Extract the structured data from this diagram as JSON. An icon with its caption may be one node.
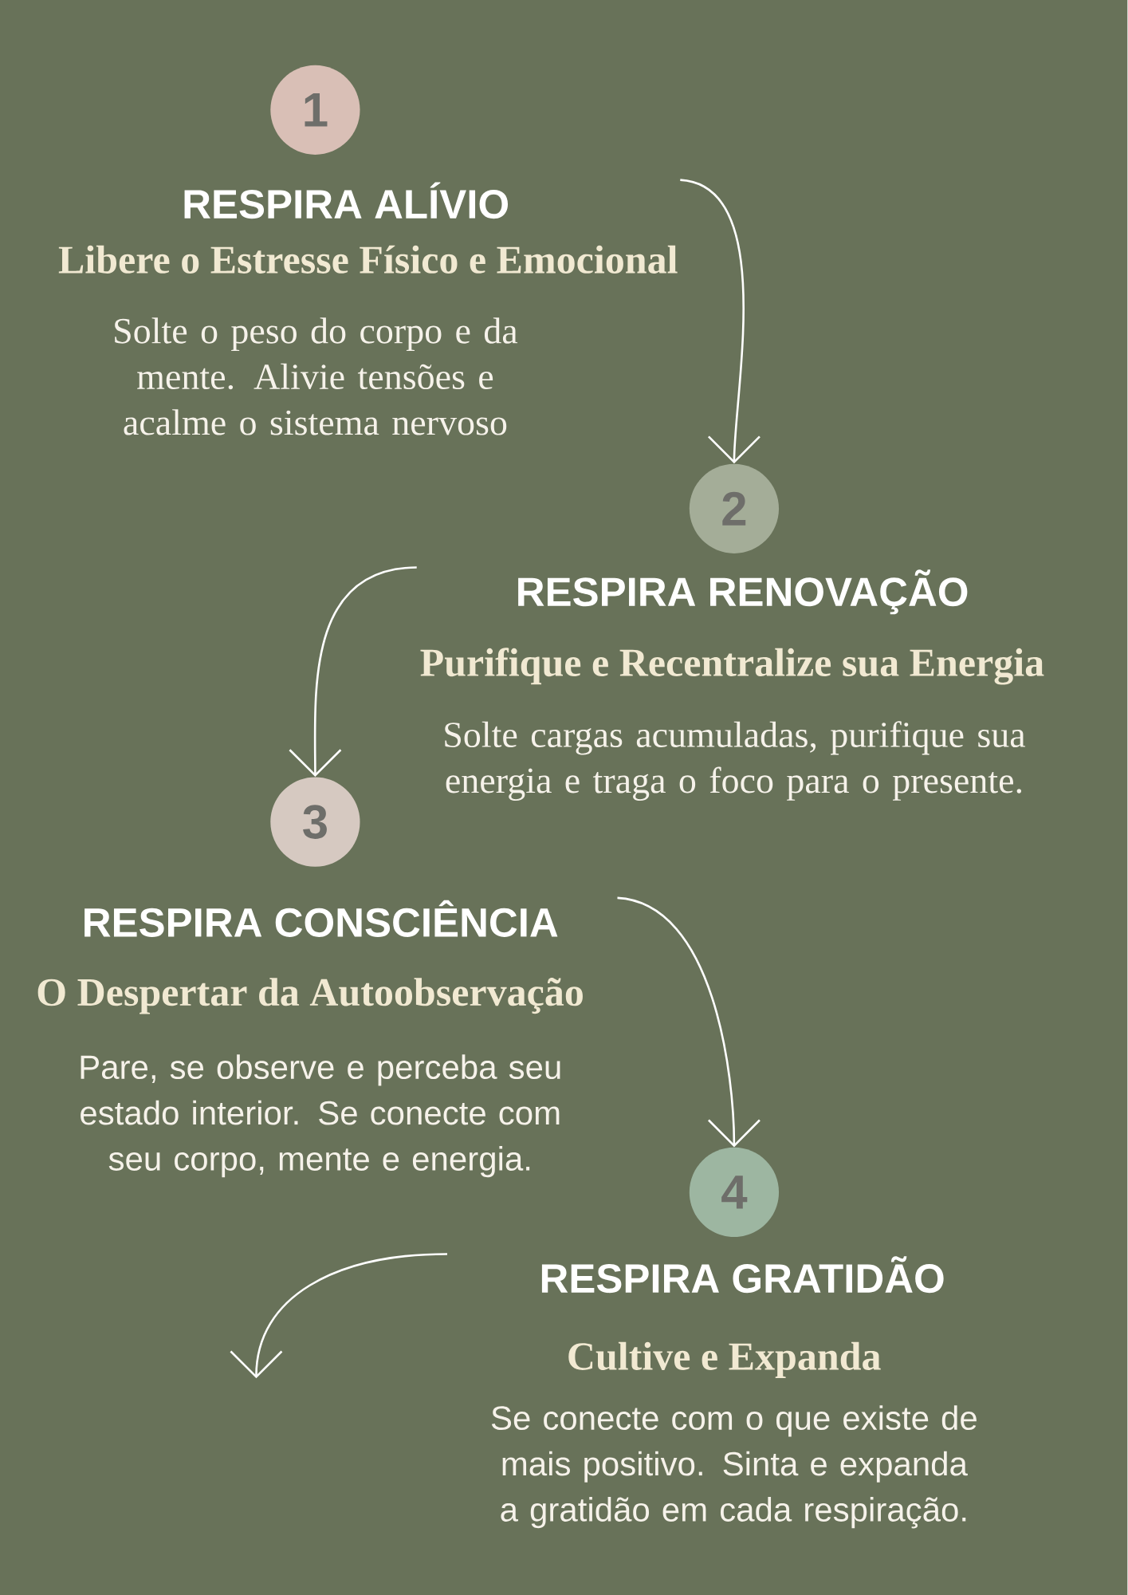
{
  "diagram": {
    "nodes": [
      {
        "text": [
          "1"
        ]
      },
      {
        "text": [
          "RESPIRA ALÍVIO",
          "Libere o Estresse Físico e Emocional",
          "Solte o peso do corpo e da mente. Alivie tensões e acalme o sistema nervoso"
        ]
      },
      {
        "text": [
          "2"
        ]
      },
      {
        "text": [
          "RESPIRA RENOVAÇÃO",
          "Purifique e Recentralize sua Energia",
          "Solte cargas acumuladas, purifique sua energia e traga o foco para o presente."
        ]
      },
      {
        "text": [
          "3"
        ]
      },
      {
        "text": [
          "RESPIRA CONSCIÊNCIA",
          "O Despertar da Autoobservação",
          "Pare, se observe  e perceba seu estado interior. Se conecte com seu corpo, mente e energia."
        ]
      },
      {
        "text": [
          "4"
        ]
      },
      {
        "text": [
          "RESPIRA GRATIDÃO",
          "Cultive e Expanda",
          "Se conecte com o que existe de mais positivo. Sinta e expanda a gratidão em cada respiração."
        ]
      }
    ],
    "edges": [
      {
        "from": 1,
        "to": 2,
        "arrow": "to"
      },
      {
        "from": 3,
        "to": 4,
        "arrow": "to"
      },
      {
        "from": 5,
        "to": 6,
        "arrow": "to"
      },
      {
        "from": 7,
        "to": null,
        "arrow": "to"
      }
    ]
  }
}
